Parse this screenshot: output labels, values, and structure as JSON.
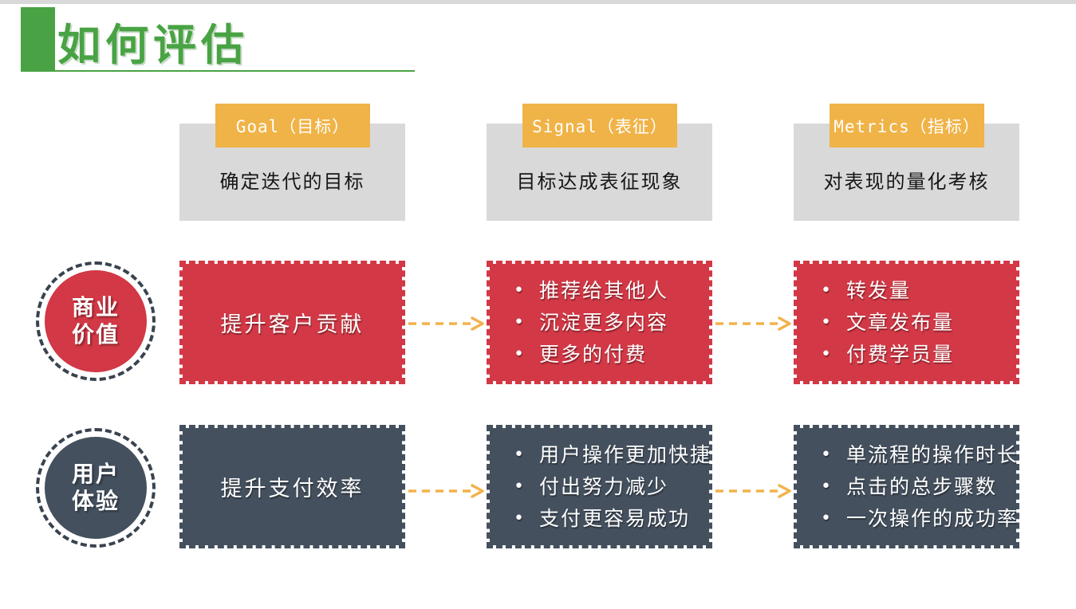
{
  "page": {
    "title": "如何评估"
  },
  "colors": {
    "accent_green": "#49a344",
    "box_red": "#d23845",
    "box_dark": "#44505e",
    "tab_yellow": "#f0b347",
    "header_gray": "#d9d9d9",
    "arrow_yellow": "#f2b24b",
    "badge_border": "#39434f"
  },
  "columns": [
    {
      "tab": "Goal（目标）",
      "desc": "确定迭代的目标"
    },
    {
      "tab": "Signal（表征）",
      "desc": "目标达成表征现象"
    },
    {
      "tab": "Metrics（指标）",
      "desc": "对表现的量化考核"
    }
  ],
  "rows": [
    {
      "badge": {
        "line1": "商业",
        "line2": "价值"
      },
      "goal": "提升客户贡献",
      "signals": [
        "推荐给其他人",
        "沉淀更多内容",
        "更多的付费"
      ],
      "metrics": [
        "转发量",
        "文章发布量",
        "付费学员量"
      ]
    },
    {
      "badge": {
        "line1": "用户",
        "line2": "体验"
      },
      "goal": "提升支付效率",
      "signals": [
        "用户操作更加快捷",
        "付出努力减少",
        "支付更容易成功"
      ],
      "metrics": [
        "单流程的操作时长",
        "点击的总步骤数",
        "一次操作的成功率"
      ]
    }
  ]
}
